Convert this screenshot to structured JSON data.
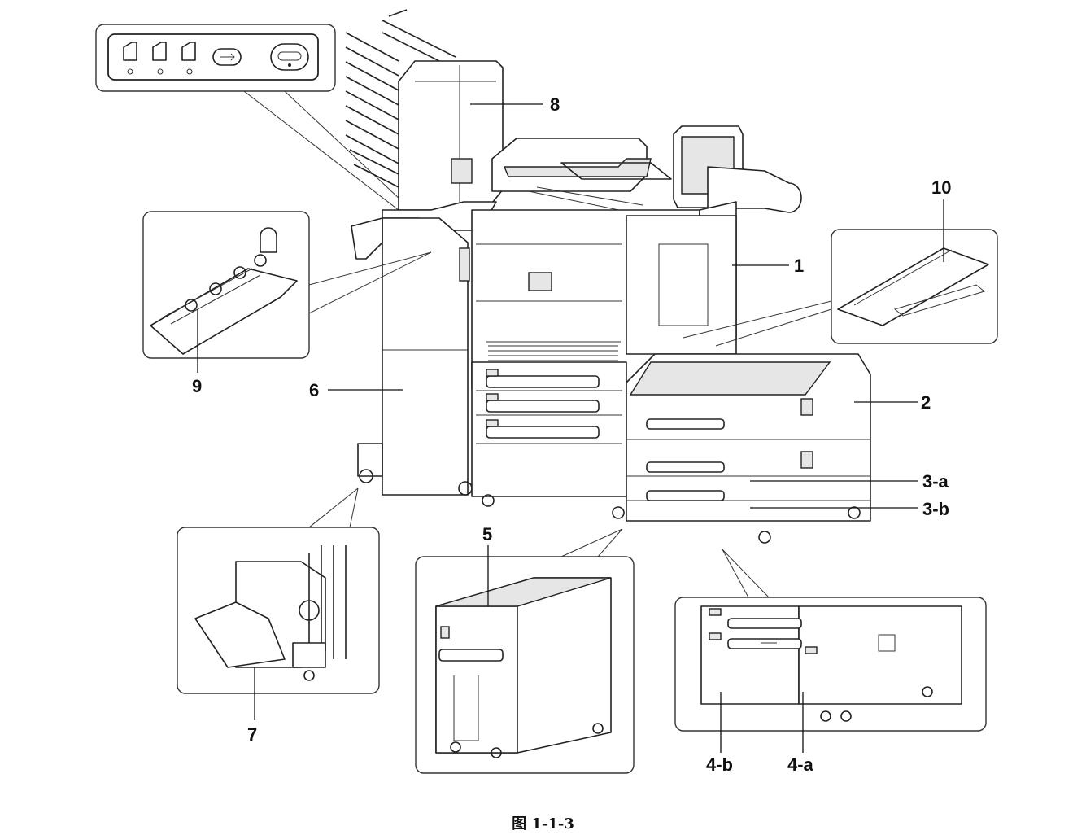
{
  "callouts": {
    "c1": "1",
    "c2": "2",
    "c3a": "3-a",
    "c3b": "3-b",
    "c4a": "4-a",
    "c4b": "4-b",
    "c5": "5",
    "c6": "6",
    "c7": "7",
    "c8": "8",
    "c9": "9",
    "c10": "10"
  },
  "caption": "图 1-1-3",
  "icons": {
    "panel": [
      "sheet-stack-icon",
      "sheet-stack-icon",
      "sheet-stack-icon",
      "cycle-button-icon",
      "start-button-icon"
    ]
  }
}
